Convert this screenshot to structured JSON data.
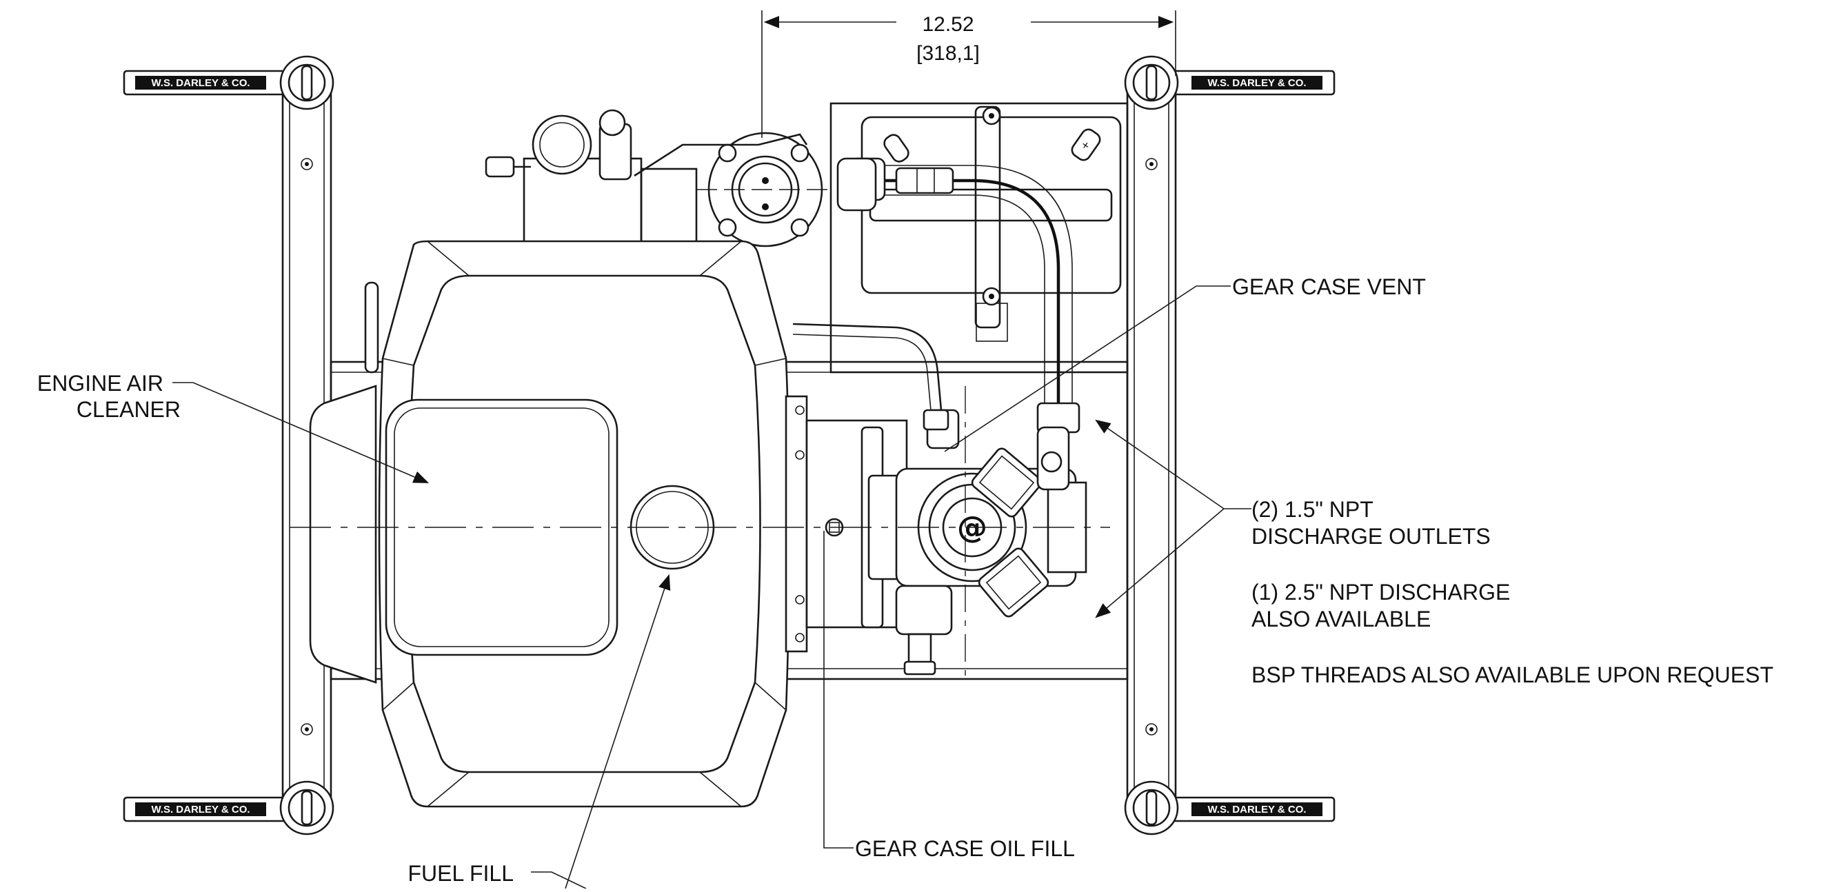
{
  "dimension": {
    "value_in": "12.52",
    "value_mm": "[318,1]"
  },
  "callouts": {
    "gear_case_vent": "GEAR CASE VENT",
    "engine_air_cleaner_line1": "ENGINE AIR",
    "engine_air_cleaner_line2": "CLEANER",
    "outlets_line1": "(2) 1.5\" NPT",
    "outlets_line2": "DISCHARGE OUTLETS",
    "alt_discharge_line1": "(1) 2.5\" NPT DISCHARGE",
    "alt_discharge_line2": "ALSO AVAILABLE",
    "bsp_note": "BSP THREADS ALSO AVAILABLE UPON REQUEST",
    "gear_case_oil_fill": "GEAR CASE OIL FILL",
    "fuel_fill": "FUEL FILL"
  },
  "frame_branding": "W.S. DARLEY & CO.",
  "colors": {
    "line": "#1a1a1a",
    "background": "#ffffff"
  }
}
